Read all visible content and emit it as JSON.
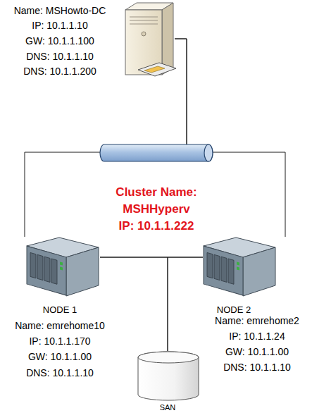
{
  "diagram": {
    "nodes": [
      {
        "text": [
          "Name: MSHowto-DC",
          "IP: 10.1.1.10",
          "GW: 10.1.1.100",
          "DNS: 10.1.1.10",
          "DNS: 10.1.1.200"
        ]
      },
      {
        "text": [
          "NODE 1",
          "Name: emrehome10",
          "IP: 10.1.1.170",
          "GW: 10.1.1.00",
          "DNS: 10.1.1.10"
        ]
      },
      {
        "text": [
          "NODE 2",
          "Name: emrehome2",
          "IP: 10.1.1.24",
          "GW: 10.1.1.00",
          "DNS: 10.1.1.10"
        ]
      },
      {
        "text": [
          "SAN"
        ]
      }
    ],
    "edges": [
      {
        "from": 0,
        "to": 1,
        "arrow": "none"
      },
      {
        "from": 0,
        "to": 2,
        "arrow": "none"
      },
      {
        "from": 1,
        "to": 2,
        "arrow": "none"
      },
      {
        "from": 1,
        "to": 3,
        "arrow": "none"
      },
      {
        "from": 2,
        "to": 3,
        "arrow": "none"
      }
    ],
    "labels": [
      "Cluster Name:",
      "MSHHyperv",
      "IP: 10.1.1.222"
    ]
  }
}
